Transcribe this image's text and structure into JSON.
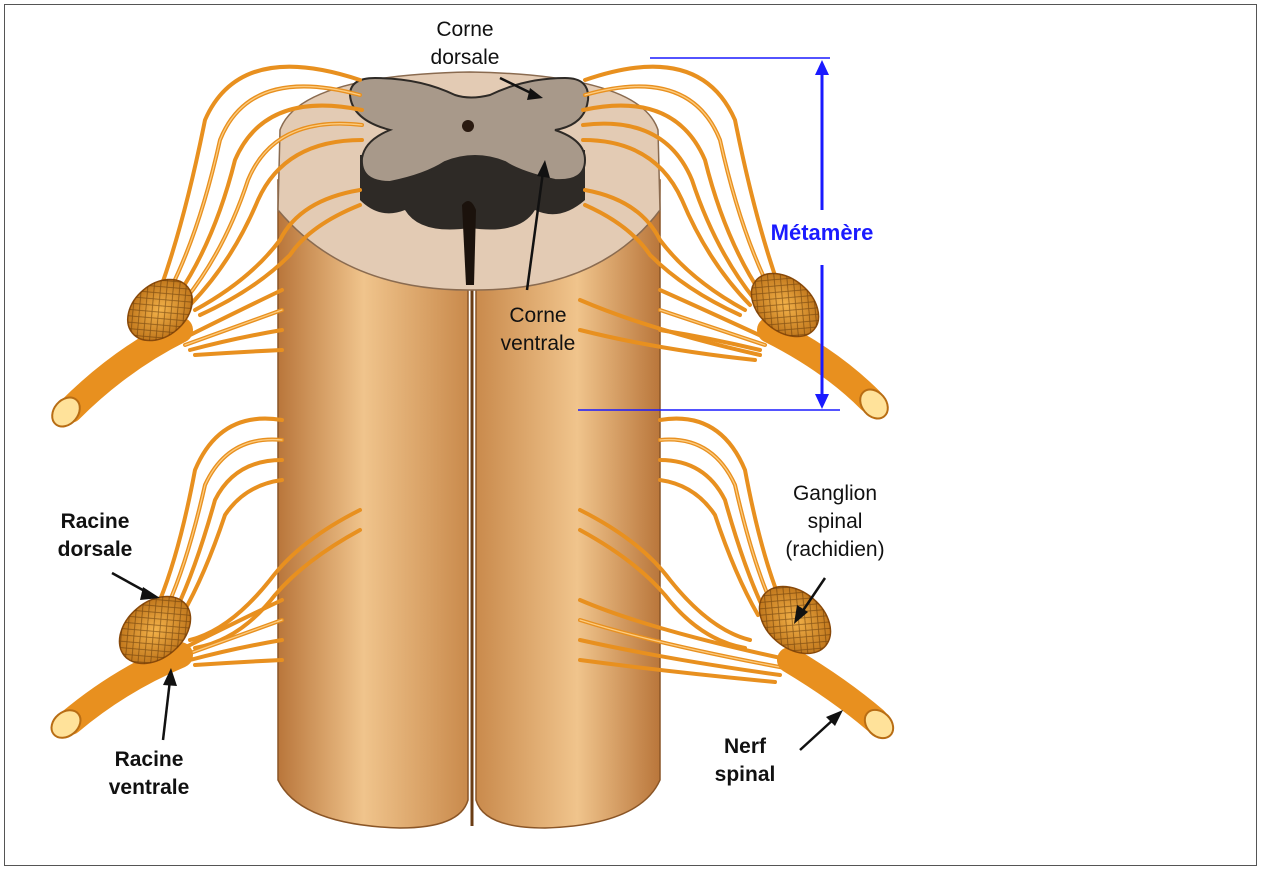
{
  "labels": {
    "corne_dorsale": "Corne\ndorsale",
    "corne_ventrale": "Corne\nventrale",
    "metamere": "Métamère",
    "ganglion_spinal": "Ganglion\nspinal\n(rachidien)",
    "racine_dorsale": "Racine\ndorsale",
    "racine_ventrale": "Racine\nventrale",
    "nerf_spinal": "Nerf\nspinal"
  },
  "colors": {
    "cord": "#e2a765",
    "cord_shade": "#b9763b",
    "white_matter": "#e3cbb4",
    "grey_matter": "#a8998a",
    "grey_side": "#2e2a26",
    "nerve": "#e8901f",
    "nerve_light": "#ffd28a",
    "metamere_line": "#1a1aff"
  }
}
